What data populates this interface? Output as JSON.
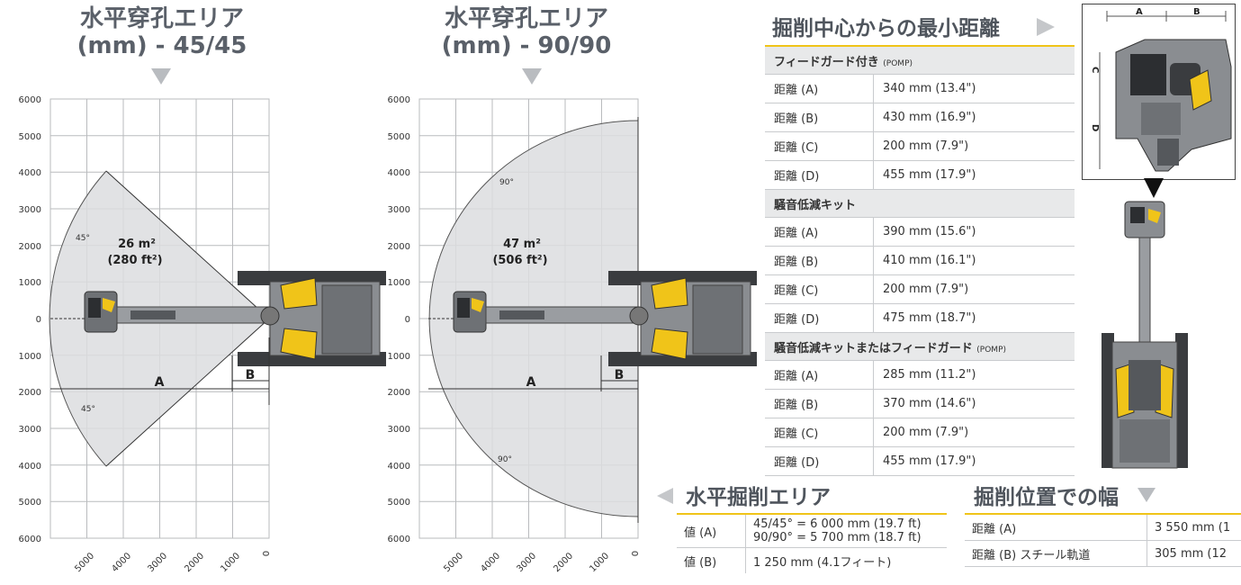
{
  "diagram1": {
    "title_line1": "水平穿孔エリア",
    "title_line2": "(mm) - 45/45",
    "area": "26 m²",
    "area_ft": "(280 ft²)",
    "angle_top": "45°",
    "angle_bottom": "45°",
    "label_a": "A",
    "label_b": "B"
  },
  "diagram2": {
    "title_line1": "水平穿孔エリア",
    "title_line2": "(mm) - 90/90",
    "area": "47 m²",
    "area_ft": "(506 ft²)",
    "angle_top": "90°",
    "angle_bottom": "90°",
    "label_a": "A",
    "label_b": "B"
  },
  "axis": {
    "y_ticks": [
      "6000",
      "5000",
      "4000",
      "3000",
      "2000",
      "1000",
      "0",
      "1000",
      "2000",
      "3000",
      "4000",
      "5000",
      "6000"
    ],
    "x_ticks": [
      "5000",
      "4000",
      "3000",
      "2000",
      "1000",
      "0"
    ]
  },
  "min_distance": {
    "title": "掘削中心からの最小距離",
    "groups": [
      {
        "name": "フィードガード付き",
        "note": "(POMP)",
        "rows": [
          {
            "label": "距離 (A)",
            "value": "340 mm (13.4\")"
          },
          {
            "label": "距離 (B)",
            "value": "430 mm (16.9\")"
          },
          {
            "label": "距離 (C)",
            "value": "200 mm (7.9\")"
          },
          {
            "label": "距離 (D)",
            "value": "455 mm (17.9\")"
          }
        ]
      },
      {
        "name": "騒音低減キット",
        "note": "",
        "rows": [
          {
            "label": "距離 (A)",
            "value": "390 mm (15.6\")"
          },
          {
            "label": "距離 (B)",
            "value": "410 mm (16.1\")"
          },
          {
            "label": "距離 (C)",
            "value": "200 mm (7.9\")"
          },
          {
            "label": "距離 (D)",
            "value": "475 mm (18.7\")"
          }
        ]
      },
      {
        "name": "騒音低減キットまたはフィードガード",
        "note": "(POMP)",
        "rows": [
          {
            "label": "距離 (A)",
            "value": "285 mm (11.2\")"
          },
          {
            "label": "距離 (B)",
            "value": "370 mm (14.6\")"
          },
          {
            "label": "距離 (C)",
            "value": "200 mm (7.9\")"
          },
          {
            "label": "距離 (D)",
            "value": "455 mm (17.9\")"
          }
        ]
      }
    ]
  },
  "detail_labels": {
    "a": "A",
    "b": "B",
    "c": "C",
    "d": "D"
  },
  "horiz_area": {
    "title": "水平掘削エリア",
    "rows": [
      {
        "label": "値 (A)",
        "value1": "45/45° = 6 000 mm (19.7 ft)",
        "value2": "90/90° = 5 700 mm (18.7 ft)"
      },
      {
        "label": "値 (B)",
        "value1": "1 250 mm (4.1フィート)",
        "value2": ""
      }
    ]
  },
  "width": {
    "title": "掘削位置での幅",
    "rows": [
      {
        "label": "距離 (A)",
        "value": "3 550 mm (1"
      },
      {
        "label": "距離 (B) スチール軌道",
        "value": "305 mm (12"
      }
    ]
  },
  "colors": {
    "accent": "#f0c419",
    "heading": "#5a6069",
    "sector": "#dcdddf",
    "machine": "#8a8d91"
  }
}
